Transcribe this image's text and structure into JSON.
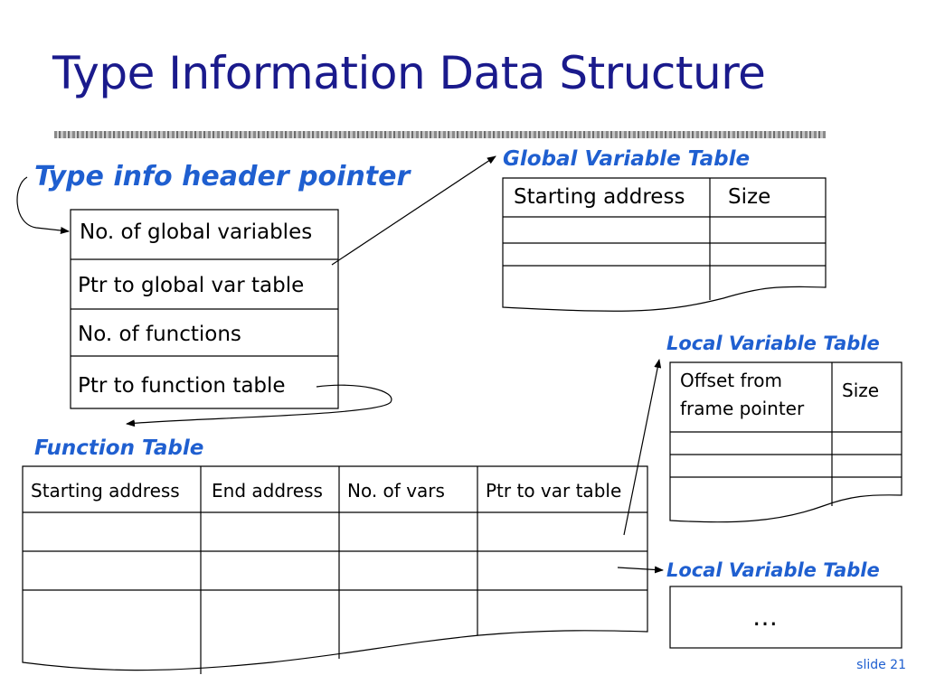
{
  "slide": {
    "title": "Type Information Data Structure",
    "number_label": "slide 21"
  },
  "header_block": {
    "label": "Type info header pointer",
    "rows": [
      "No. of global variables",
      "Ptr to global var table",
      "No. of functions",
      "Ptr to function table"
    ]
  },
  "global_table": {
    "label": "Global Variable Table",
    "columns": [
      "Starting address",
      "Size"
    ]
  },
  "local_table_1": {
    "label": "Local Variable Table",
    "columns": [
      "Offset from",
      "frame pointer",
      "Size"
    ]
  },
  "local_table_2": {
    "label": "Local Variable Table",
    "content": "…"
  },
  "function_table": {
    "label": "Function Table",
    "columns": [
      "Starting address",
      "End address",
      "No. of vars",
      "Ptr to var table"
    ]
  },
  "colors": {
    "title": "#1a1a8c",
    "labels": "#1f5fd0"
  }
}
